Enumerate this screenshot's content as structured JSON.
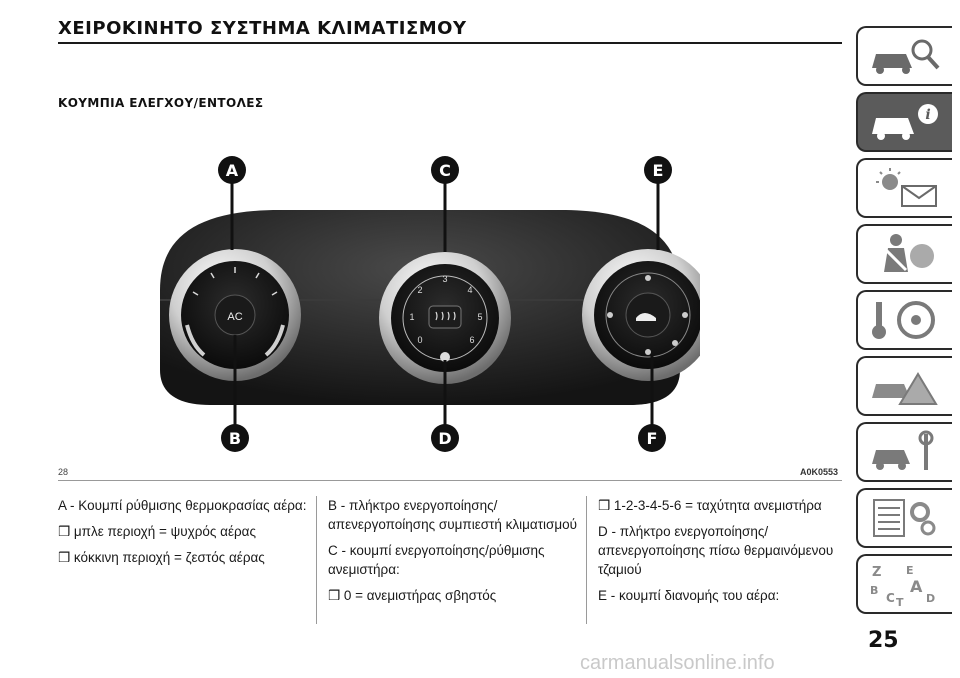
{
  "header": {
    "title": "ΧΕΙΡΟΚΙΝΗΤΟ ΣΥΣΤΗΜΑ ΚΛΙΜΑΤΙΣΜΟΥ",
    "subtitle": "ΚΟΥΜΠΙΑ ΕΛΕΓΧΟΥ/ΕΝΤΟΛΕΣ"
  },
  "figure": {
    "number": "28",
    "code": "A0K0553",
    "callouts": [
      "A",
      "B",
      "C",
      "D",
      "E",
      "F"
    ],
    "knob_labels": {
      "ac": "AC",
      "speeds": [
        "0",
        "1",
        "2",
        "3",
        "4",
        "5",
        "6"
      ]
    }
  },
  "text": {
    "col1": [
      "A - Κουμπί ρύθμισης θερμοκρασίας αέρα:",
      "❒ μπλε περιοχή = ψυχρός αέρας",
      "❒ κόκκινη περιοχή = ζεστός αέρας"
    ],
    "col2": [
      "B - πλήκτρο ενεργοποίησης/ απενεργοποίησης συμπιεστή κλιματισμού",
      "C - κουμπί ενεργοποίησης/ρύθμισης ανεμιστήρα:",
      "❒ 0 = ανεμιστήρας σβηστός"
    ],
    "col3": [
      "❒ 1-2-3-4-5-6 = ταχύτητα ανεμιστήρα",
      "D - πλήκτρο ενεργοποίησης/ απενεργοποίησης πίσω θερμαινόμενου τζαμιού",
      "E - κουμπί διανομής του αέρα:"
    ]
  },
  "tabs": [
    {
      "icon": "car-search-icon",
      "active": false
    },
    {
      "icon": "car-info-icon",
      "active": true
    },
    {
      "icon": "warning-light-message-icon",
      "active": false
    },
    {
      "icon": "seatbelt-airbag-icon",
      "active": false
    },
    {
      "icon": "key-steering-wheel-icon",
      "active": false
    },
    {
      "icon": "car-emergency-icon",
      "active": false
    },
    {
      "icon": "car-maintenance-icon",
      "active": false
    },
    {
      "icon": "technical-data-icon",
      "active": false
    },
    {
      "icon": "alphabetical-index-icon",
      "active": false
    }
  ],
  "page_number": "25",
  "watermark": "carmanualsonline.info"
}
